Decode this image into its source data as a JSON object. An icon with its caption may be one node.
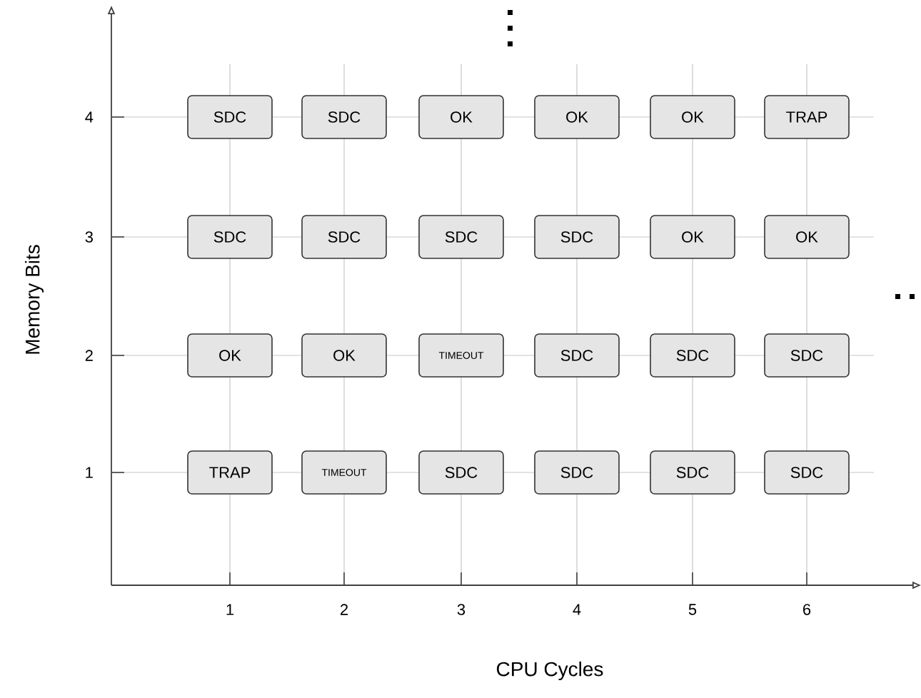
{
  "diagram": {
    "nodes": [
      {
        "text": [
          "SDC"
        ]
      },
      {
        "text": [
          "SDC"
        ]
      },
      {
        "text": [
          "OK"
        ]
      },
      {
        "text": [
          "OK"
        ]
      },
      {
        "text": [
          "OK"
        ]
      },
      {
        "text": [
          "TRAP"
        ]
      },
      {
        "text": [
          "SDC"
        ]
      },
      {
        "text": [
          "SDC"
        ]
      },
      {
        "text": [
          "SDC"
        ]
      },
      {
        "text": [
          "SDC"
        ]
      },
      {
        "text": [
          "OK"
        ]
      },
      {
        "text": [
          "OK"
        ]
      },
      {
        "text": [
          "OK"
        ]
      },
      {
        "text": [
          "OK"
        ]
      },
      {
        "text": [
          "TIMEOUT"
        ]
      },
      {
        "text": [
          "SDC"
        ]
      },
      {
        "text": [
          "SDC"
        ]
      },
      {
        "text": [
          "SDC"
        ]
      },
      {
        "text": [
          "TRAP"
        ]
      },
      {
        "text": [
          "TIMEOUT"
        ]
      },
      {
        "text": [
          "SDC"
        ]
      },
      {
        "text": [
          "SDC"
        ]
      },
      {
        "text": [
          "SDC"
        ]
      },
      {
        "text": [
          "SDC"
        ]
      }
    ],
    "labels": [
      "4",
      "3",
      "2",
      "1",
      "Memory Bits",
      "1",
      "2",
      "3",
      "4",
      "5",
      "6",
      "CPU Cycles"
    ]
  }
}
